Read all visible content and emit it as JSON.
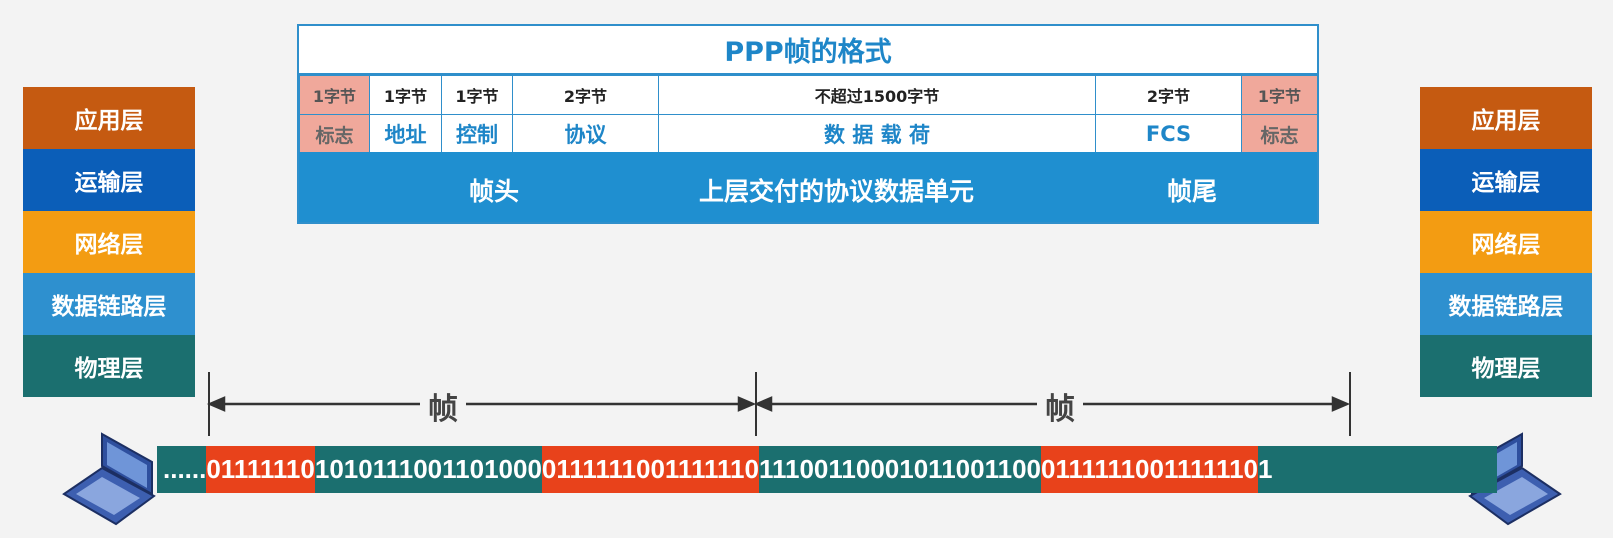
{
  "layers": {
    "left": [
      {
        "label": "应用层",
        "color": "#c55a11"
      },
      {
        "label": "运输层",
        "color": "#0b5eb8"
      },
      {
        "label": "网络层",
        "color": "#f39c12"
      },
      {
        "label": "数据链路层",
        "color": "#2e90cf"
      },
      {
        "label": "物理层",
        "color": "#1b6f6f"
      }
    ],
    "right": [
      {
        "label": "应用层",
        "color": "#c55a11"
      },
      {
        "label": "运输层",
        "color": "#0b5eb8"
      },
      {
        "label": "网络层",
        "color": "#f39c12"
      },
      {
        "label": "数据链路层",
        "color": "#2e90cf"
      },
      {
        "label": "物理层",
        "color": "#1b6f6f"
      }
    ]
  },
  "frame_format": {
    "title": "PPP帧的格式",
    "fields": [
      {
        "size": "1字节",
        "name": "标志"
      },
      {
        "size": "1字节",
        "name": "地址"
      },
      {
        "size": "1字节",
        "name": "控制"
      },
      {
        "size": "2字节",
        "name": "协议"
      },
      {
        "size": "不超过1500字节",
        "name": "数 据 载 荷"
      },
      {
        "size": "2字节",
        "name": "FCS"
      },
      {
        "size": "1字节",
        "name": "标志"
      }
    ],
    "band": {
      "header": "帧头",
      "payload": "上层交付的协议数据单元",
      "trailer": "帧尾"
    }
  },
  "arrows": {
    "frame1": "帧",
    "frame2": "帧"
  },
  "bitstream": {
    "prefix": "......",
    "segments": [
      {
        "text": "01111110",
        "highlight": true
      },
      {
        "text": "1010111001101000",
        "highlight": false
      },
      {
        "text": "01111110",
        "highlight": true
      },
      {
        "text": "01111110",
        "highlight": true
      },
      {
        "text": "111001100010110011",
        "highlight": false
      },
      {
        "text": "00",
        "highlight": false
      },
      {
        "text": "01111110",
        "highlight": true
      },
      {
        "text": "01111110",
        "highlight": true
      },
      {
        "text": "1",
        "highlight": false
      }
    ]
  }
}
